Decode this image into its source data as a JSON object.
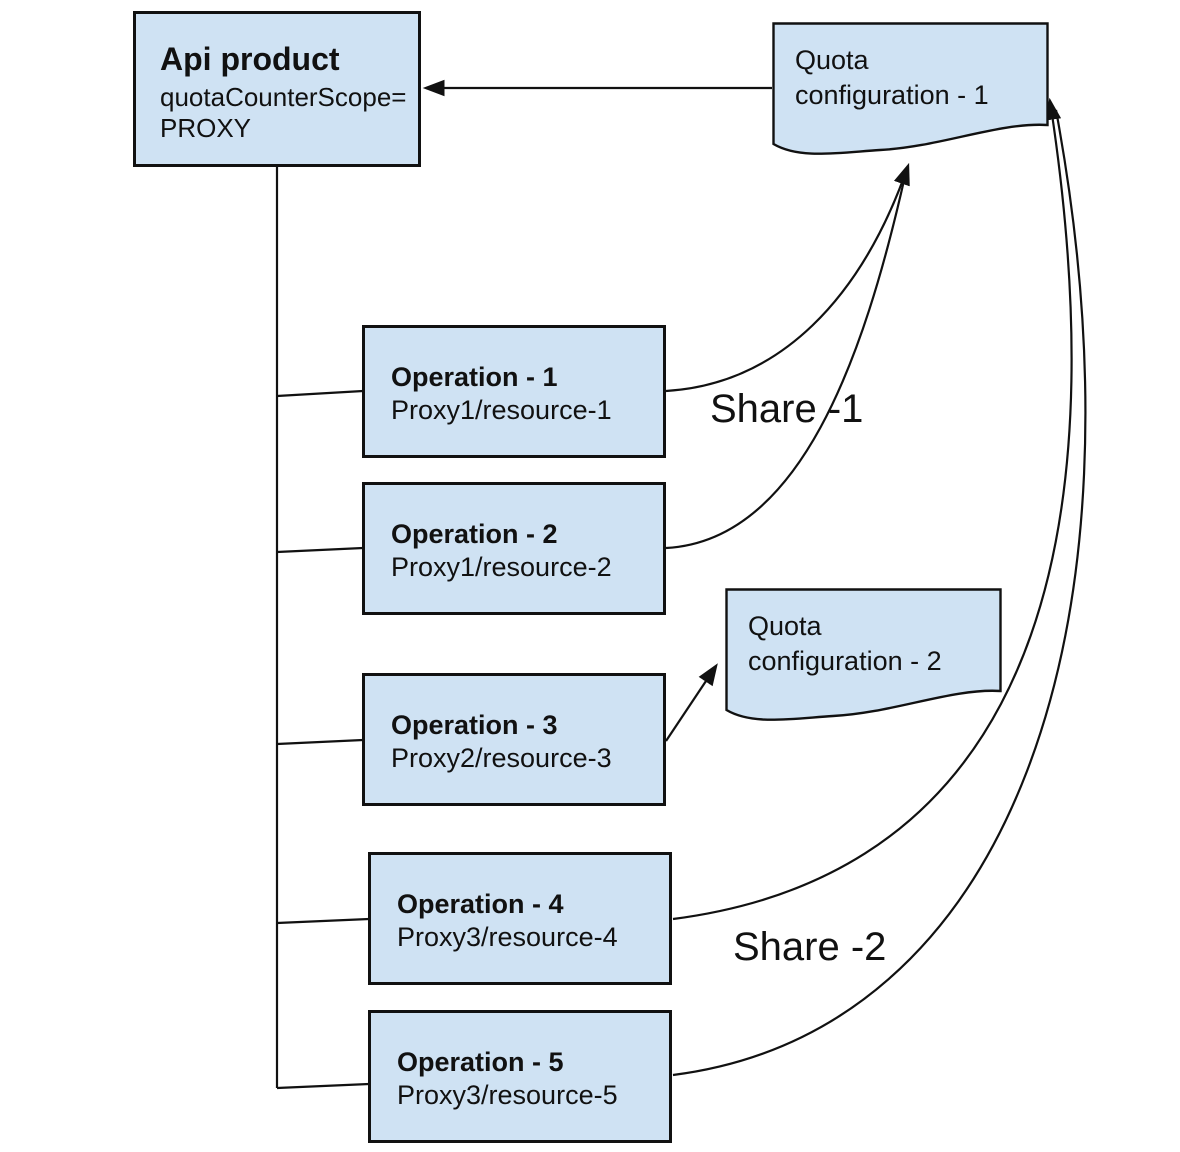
{
  "nodes": {
    "api_product": {
      "title": "Api product",
      "subtitle_line1": "quotaCounterScope=",
      "subtitle_line2": "PROXY"
    },
    "quota_config_1": {
      "line1": "Quota",
      "line2": "configuration - 1"
    },
    "quota_config_2": {
      "line1": "Quota",
      "line2": "configuration - 2"
    },
    "operations": [
      {
        "title": "Operation - 1",
        "path": "Proxy1/resource-1"
      },
      {
        "title": "Operation - 2",
        "path": "Proxy1/resource-2"
      },
      {
        "title": "Operation - 3",
        "path": "Proxy2/resource-3"
      },
      {
        "title": "Operation - 4",
        "path": "Proxy3/resource-4"
      },
      {
        "title": "Operation - 5",
        "path": "Proxy3/resource-5"
      }
    ]
  },
  "edge_labels": {
    "share_1": "Share -1",
    "share_2": "Share -2"
  },
  "colors": {
    "node_fill": "#cfe2f3",
    "node_border": "#111111",
    "connector": "#111111",
    "background": "#ffffff"
  }
}
